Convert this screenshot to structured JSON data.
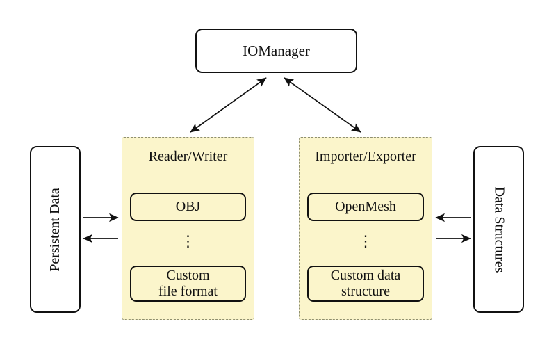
{
  "nodes": {
    "io_manager": {
      "label": "IOManager"
    },
    "persistent_data": {
      "label": "Persistent Data"
    },
    "data_structures": {
      "label": "Data Structures"
    },
    "reader_writer": {
      "title": "Reader/Writer",
      "item_top": "OBJ",
      "dots": "⋮",
      "item_bottom": "Custom\nfile format"
    },
    "importer_exporter": {
      "title": "Importer/Exporter",
      "item_top": "OpenMesh",
      "dots": "⋮",
      "item_bottom": "Custom data\nstructure"
    }
  },
  "colors": {
    "background": "#ffffff",
    "node_fill": "#ffffff",
    "group_fill": "#fbf5cb",
    "group_border": "#8f8f6f",
    "box_border": "#111111",
    "arrow": "#111111"
  }
}
